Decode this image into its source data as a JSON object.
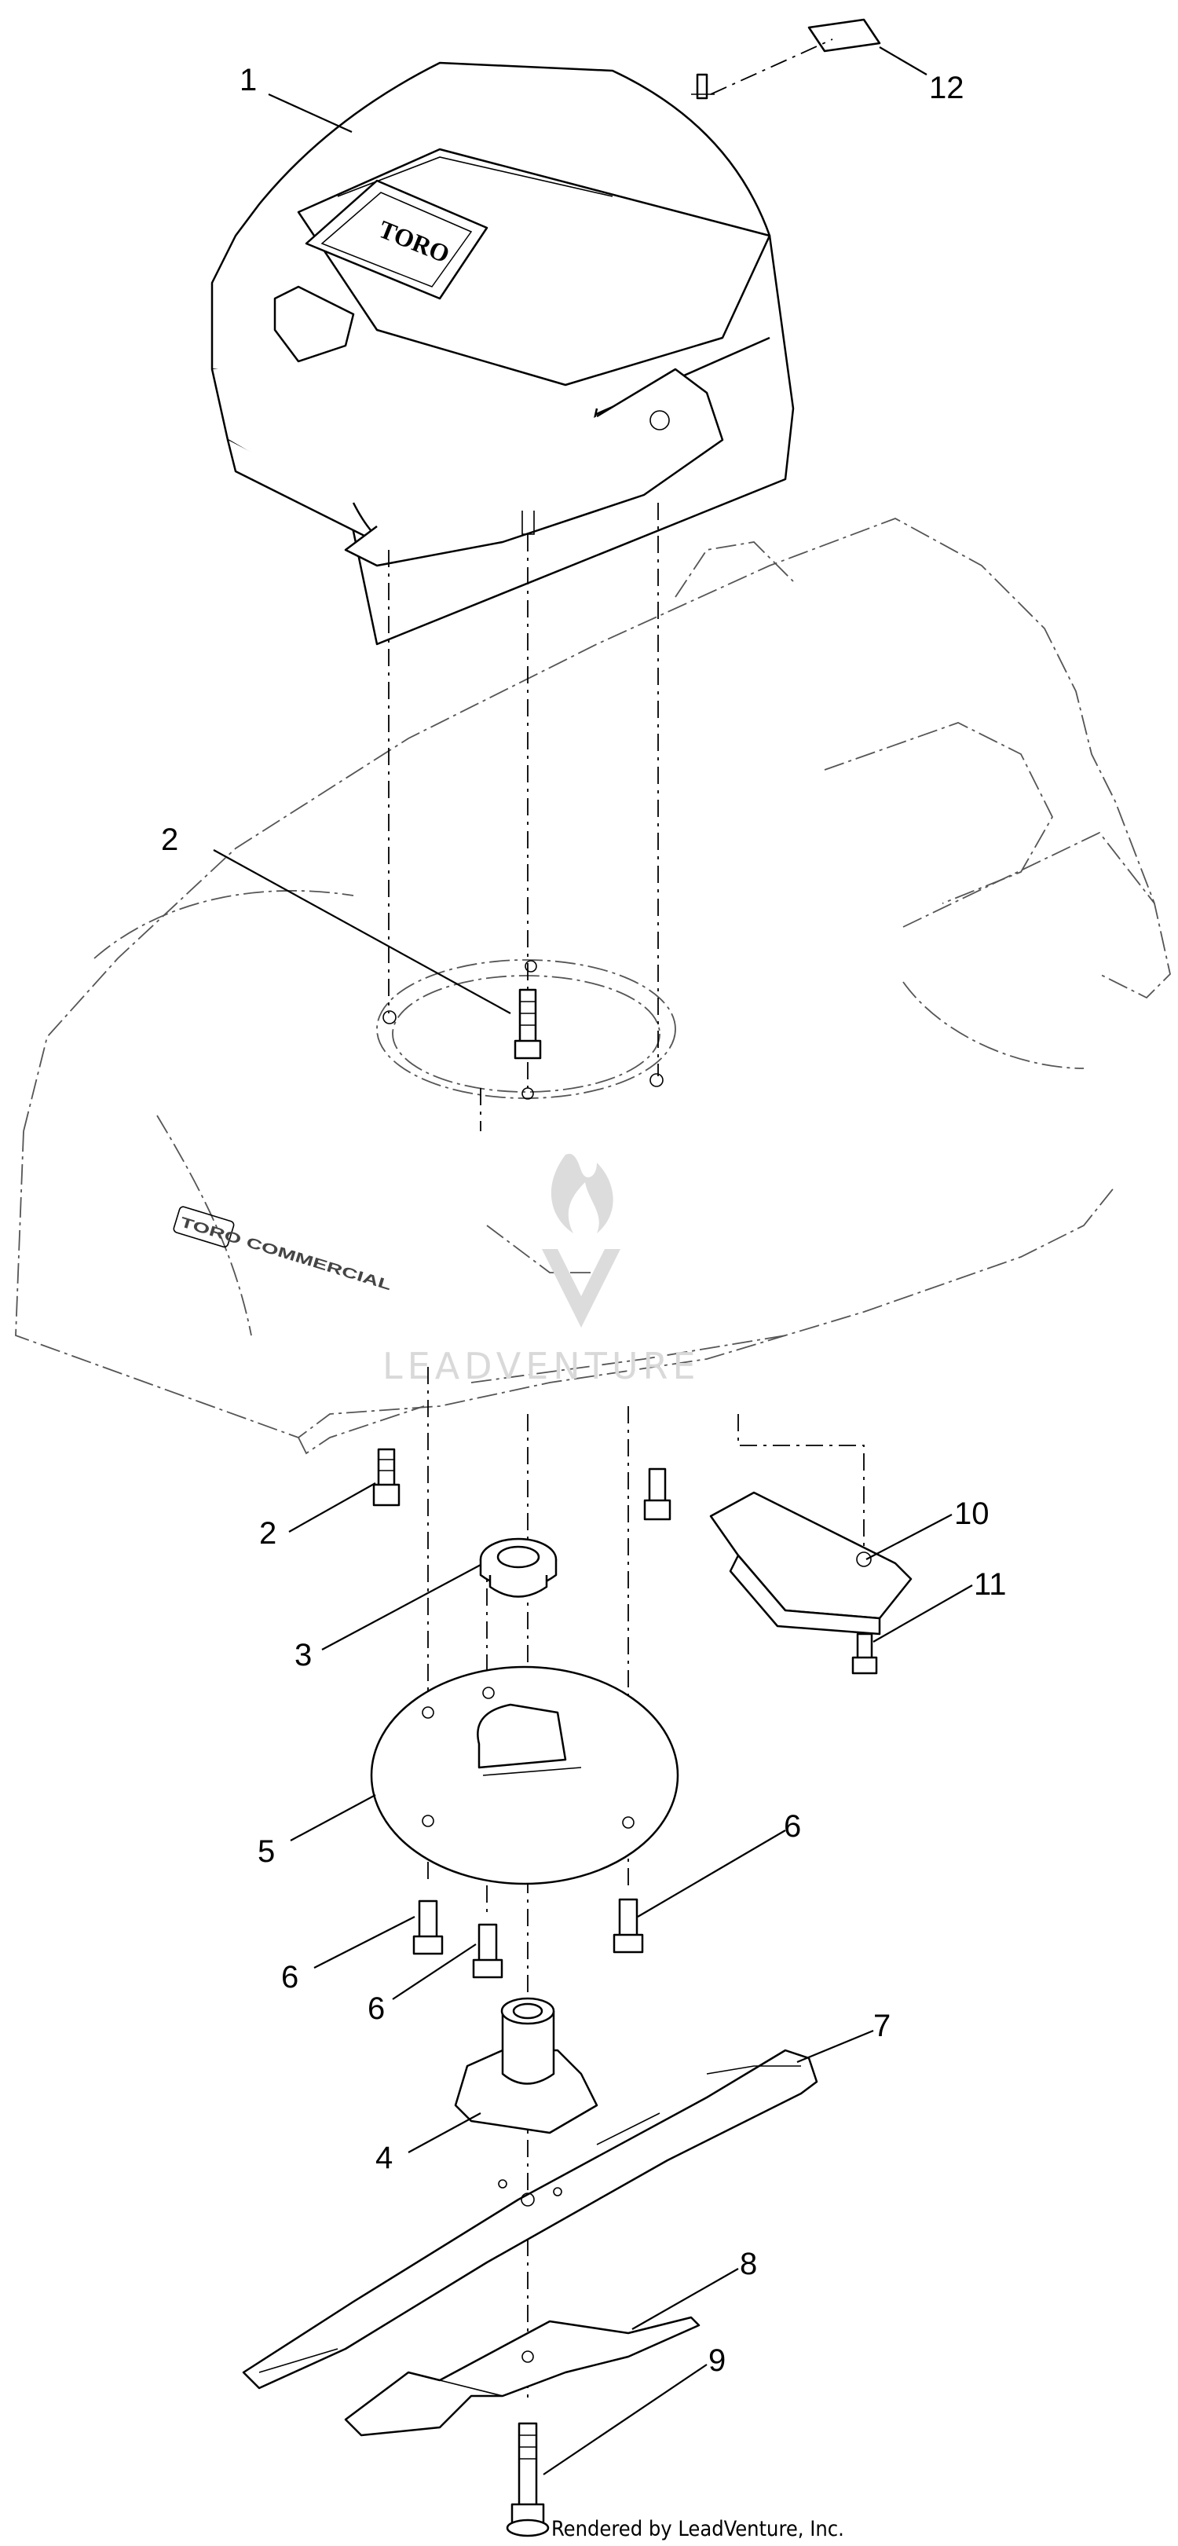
{
  "diagram": {
    "callouts": [
      {
        "id": "c1",
        "label": "1"
      },
      {
        "id": "c2a",
        "label": "2"
      },
      {
        "id": "c2b",
        "label": "2"
      },
      {
        "id": "c3",
        "label": "3"
      },
      {
        "id": "c4",
        "label": "4"
      },
      {
        "id": "c5",
        "label": "5"
      },
      {
        "id": "c6a",
        "label": "6"
      },
      {
        "id": "c6b",
        "label": "6"
      },
      {
        "id": "c6c",
        "label": "6"
      },
      {
        "id": "c7",
        "label": "7"
      },
      {
        "id": "c8",
        "label": "8"
      },
      {
        "id": "c9",
        "label": "9"
      },
      {
        "id": "c10",
        "label": "10"
      },
      {
        "id": "c11",
        "label": "11"
      },
      {
        "id": "c12",
        "label": "12"
      }
    ],
    "motor_cover_logo": "TORO",
    "deck_decal": "TORO COMMERCIAL",
    "watermark": "LEADVENTURE",
    "footer": "Rendered by LeadVenture, Inc."
  }
}
